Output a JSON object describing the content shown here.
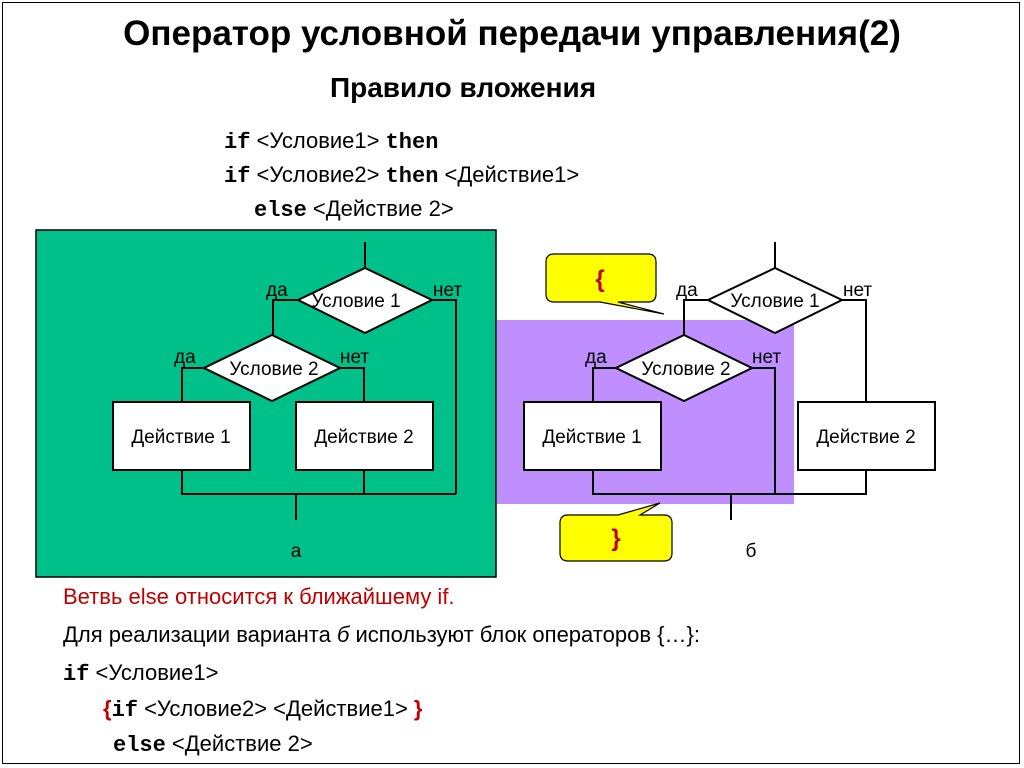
{
  "title": "Оператор условной передачи управления(2)",
  "subtitle": "Правило вложения",
  "rule_code": {
    "line1": {
      "kw1": "if",
      "text1": " <Условие1> ",
      "kw2": "then"
    },
    "line2": {
      "kw1": "if",
      "text1": " <Условие2> ",
      "kw2": "then",
      "text2": " <Действие1>"
    },
    "line3": {
      "kw1": "else",
      "text1": " <Действие 2>"
    }
  },
  "diagram_a": {
    "condition1": "Условие 1",
    "condition2": "Условие 2",
    "action1": "Действие 1",
    "action2": "Действие 2",
    "yes": "да",
    "no": "нет",
    "caption": "а",
    "background": "#00c08a"
  },
  "diagram_b": {
    "condition1": "Условие 1",
    "condition2": "Условие 2",
    "action1": "Действие 1",
    "action2": "Действие 2",
    "yes": "да",
    "no": "нет",
    "caption": "б",
    "highlight": "#bf8fff",
    "callout_open": "{",
    "callout_close": "}",
    "callout_color": "#ffff00"
  },
  "notes": {
    "rule": "Ветвь else относится к ближайшему if.",
    "variant_prefix": "Для реализации варианта ",
    "variant_letter": "б",
    "variant_suffix": " используют блок операторов {…}:"
  },
  "block_code": {
    "line1": {
      "kw": "if",
      "text": " <Условие1>"
    },
    "line2": {
      "open": "{",
      "kw": "if",
      "text": " <Условие2> <Действие1> ",
      "close": "}"
    },
    "line3": {
      "kw": "else",
      "text": " <Действие 2>"
    }
  }
}
